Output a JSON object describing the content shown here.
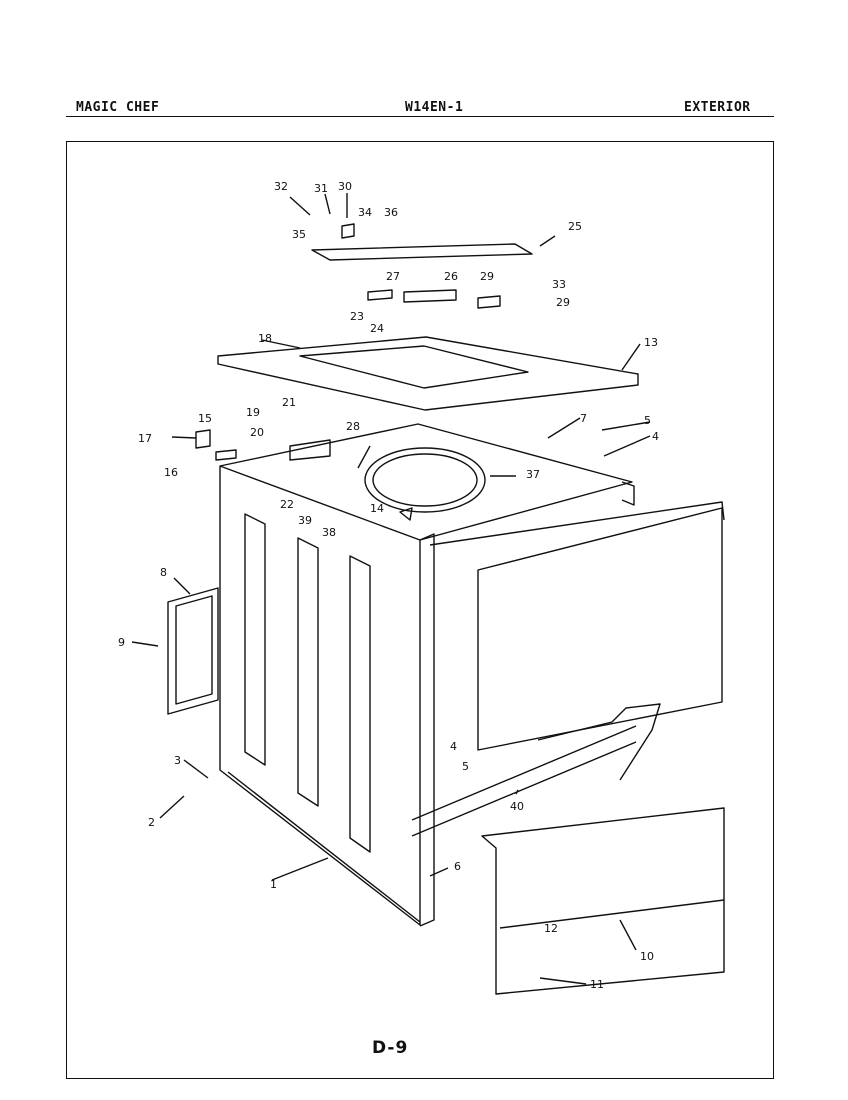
{
  "header": {
    "brand": "MAGIC CHEF",
    "model": "W14EN-1",
    "section": "EXTERIOR"
  },
  "page_code": "D-9",
  "callouts": [
    "1",
    "2",
    "3",
    "4",
    "4",
    "5",
    "5",
    "6",
    "7",
    "8",
    "9",
    "10",
    "11",
    "12",
    "13",
    "14",
    "15",
    "16",
    "17",
    "18",
    "19",
    "20",
    "21",
    "22",
    "23",
    "24",
    "25",
    "26",
    "27",
    "28",
    "29",
    "29",
    "30",
    "31",
    "32",
    "33",
    "34",
    "35",
    "36",
    "37",
    "38",
    "39",
    "40"
  ]
}
